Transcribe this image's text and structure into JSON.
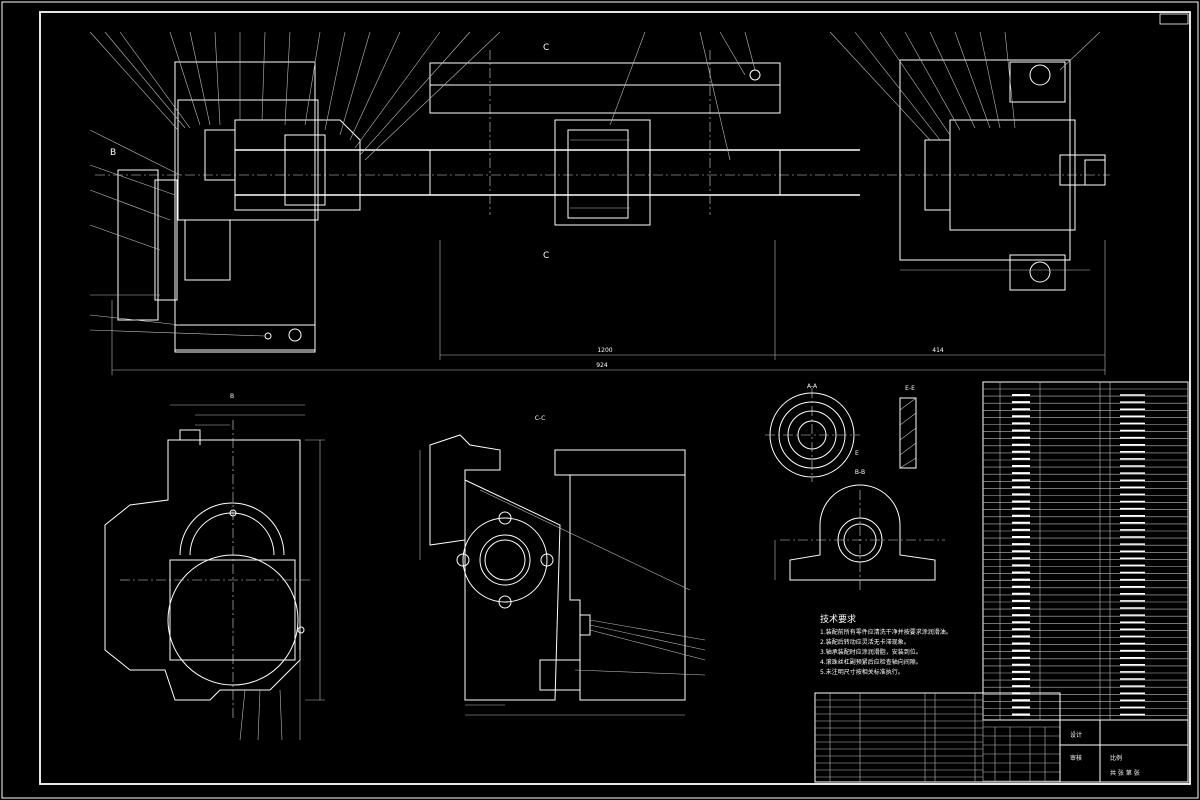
{
  "sections": {
    "cc": "C-C",
    "aa": "A-A",
    "bb": "B-B",
    "ee": "E-E"
  },
  "marks": {
    "c_top": "C",
    "c_bottom": "C",
    "b_top": "B",
    "e_mark": "E"
  },
  "tech": {
    "heading": "技术要求",
    "lines": [
      "1.装配前所有零件应清洗干净并按要求涂润滑油。",
      "2.装配后转动应灵活无卡滞现象。",
      "3.轴承装配时应涂润滑脂，安装到位。",
      "4.滚珠丝杠副预紧后应检查轴向间隙。",
      "5.未注明尺寸按相关标准执行。"
    ]
  },
  "title_block": {
    "designer_label": "设计",
    "checker_label": "审核",
    "scale_label": "比例",
    "sheet_label": "共 张 第 张"
  },
  "dims": {
    "overall": "924",
    "mid": "1200",
    "right": "414"
  }
}
